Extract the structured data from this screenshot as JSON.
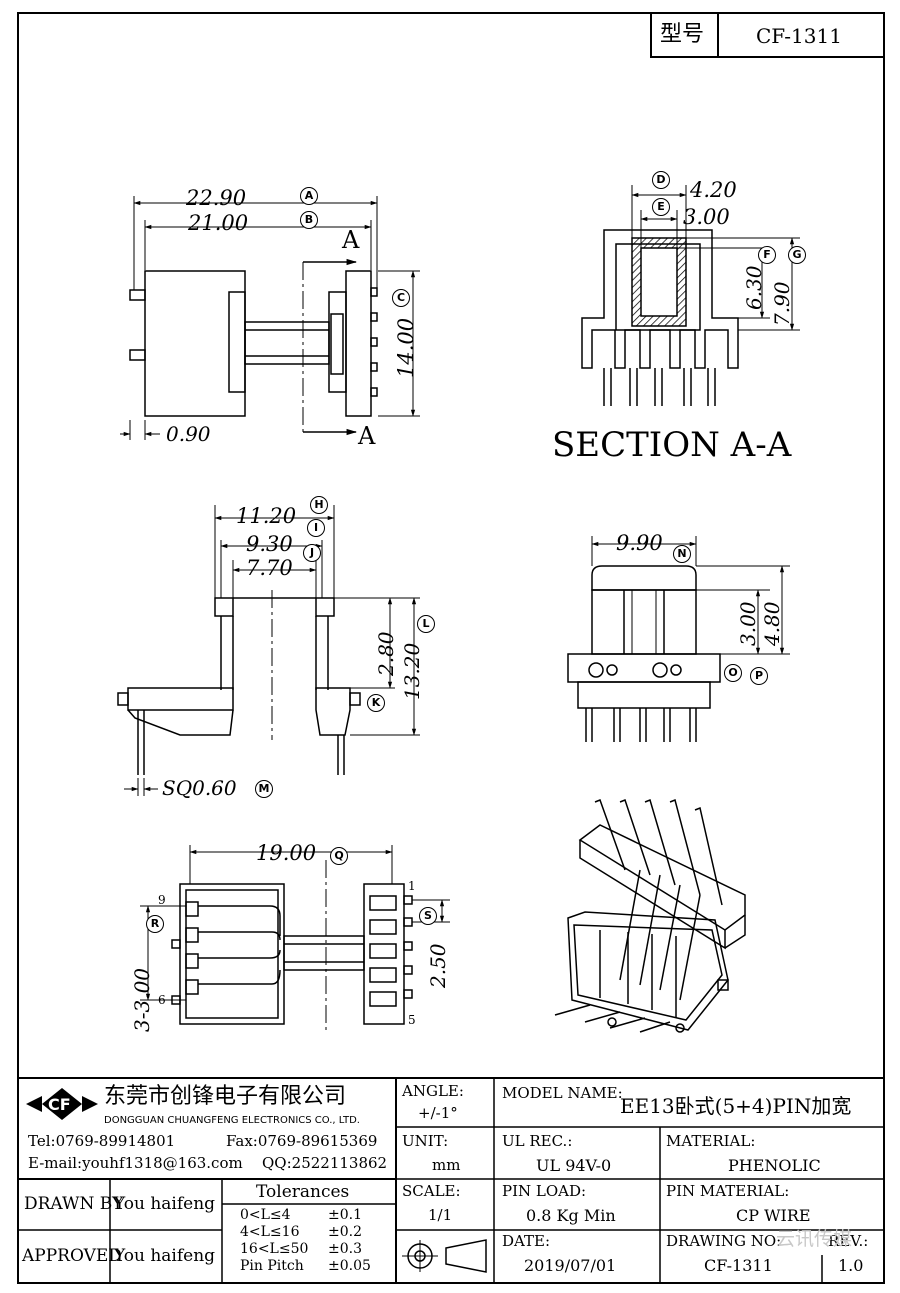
{
  "header": {
    "model_label": "型号",
    "model_value": "CF-1311"
  },
  "dims": {
    "A": "22.90",
    "B": "21.00",
    "C": "14.00",
    "pin_offset": "0.90",
    "D": "4.20",
    "E": "3.00",
    "F": "6.30",
    "G": "7.90",
    "section_title": "SECTION A-A",
    "section_mark": "A",
    "H": "11.20",
    "I": "9.30",
    "J": "7.70",
    "K": "13.20",
    "L": "2.80",
    "M": "SQ0.60",
    "N": "9.90",
    "O": "3.00",
    "P": "4.80",
    "Q": "19.00",
    "R": "3-3.00",
    "S": "2.50"
  },
  "bubbles": {
    "A": "A",
    "B": "B",
    "C": "C",
    "D": "D",
    "E": "E",
    "F": "F",
    "G": "G",
    "H": "H",
    "I": "I",
    "J": "J",
    "K": "K",
    "L": "L",
    "M": "M",
    "N": "N",
    "O": "O",
    "P": "P",
    "Q": "Q",
    "R": "R",
    "S": "S"
  },
  "pin_numbers": {
    "p1": "1",
    "p5": "5",
    "p6": "6",
    "p9": "9"
  },
  "title_block": {
    "company_cn": "东莞市创锋电子有限公司",
    "company_en": "DONGGUAN CHUANGFENG ELECTRONICS CO., LTD.",
    "logo_text": "CF",
    "tel": "Tel:0769-89914801",
    "fax": "Fax:0769-89615369",
    "email": "E-mail:youhf1318@163.com",
    "qq": "QQ:2522113862",
    "angle_label": "ANGLE:",
    "angle_value": "+/-1°",
    "unit_label": "UNIT:",
    "unit_value": "mm",
    "scale_label": "SCALE:",
    "scale_value": "1/1",
    "model_name_label": "MODEL NAME:",
    "model_name_value": "EE13卧式(5+4)PIN加宽",
    "ul_label": "UL REC.:",
    "ul_value": "UL 94V-0",
    "material_label": "MATERIAL:",
    "material_value": "PHENOLIC",
    "pin_load_label": "PIN LOAD:",
    "pin_load_value": "0.8 Kg Min",
    "pin_material_label": "PIN MATERIAL:",
    "pin_material_value": "CP WIRE",
    "date_label": "DATE:",
    "date_value": "2019/07/01",
    "drawing_no_label": "DRAWING NO:",
    "drawing_no_value": "CF-1311",
    "rev_label": "REV.:",
    "rev_value": "1.0",
    "drawn_by_label": "DRAWN BY",
    "drawn_by_value": "You haifeng",
    "approved_label": "APPROVED",
    "approved_value": "You haifeng",
    "tolerances_title": "Tolerances",
    "tolerances": [
      {
        "range": "0<L≤4",
        "value": "±0.1"
      },
      {
        "range": "4<L≤16",
        "value": "±0.2"
      },
      {
        "range": "16<L≤50",
        "value": "±0.3"
      },
      {
        "range": "Pin Pitch",
        "value": "±0.05"
      }
    ],
    "watermark": "云讯传媒"
  }
}
